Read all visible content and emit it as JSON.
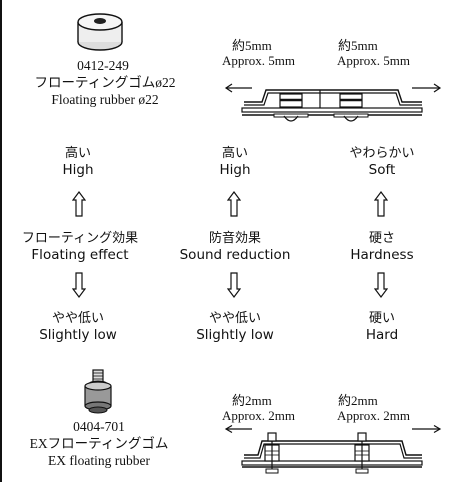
{
  "top_part": {
    "code": "0412-249",
    "name_ja": "フローティングゴムø22",
    "name_en": "Floating rubber ø22",
    "icon": "rubber-grommet-icon"
  },
  "top_dims": {
    "left_ja": "約5mm",
    "left_en": "Approx. 5mm",
    "right_ja": "約5mm",
    "right_en": "Approx. 5mm",
    "icon": "floating-mount-cross-section-diagram"
  },
  "columns": [
    {
      "top_ja": "高い",
      "top_en": "High",
      "mid_ja": "フローティング効果",
      "mid_en": "Floating effect",
      "bottom_ja": "やや低い",
      "bottom_en": "Slightly low"
    },
    {
      "top_ja": "高い",
      "top_en": "High",
      "mid_ja": "防音効果",
      "mid_en": "Sound reduction",
      "bottom_ja": "やや低い",
      "bottom_en": "Slightly low"
    },
    {
      "top_ja": "やわらかい",
      "top_en": "Soft",
      "mid_ja": "硬さ",
      "mid_en": "Hardness",
      "bottom_ja": "硬い",
      "bottom_en": "Hard"
    }
  ],
  "bottom_part": {
    "code": "0404-701",
    "name_ja": "EXフローティングゴム",
    "name_en": "EX floating rubber",
    "icon": "ex-rubber-mount-icon"
  },
  "bottom_dims": {
    "left_ja": "約2mm",
    "left_en": "Approx. 2mm",
    "right_ja": "約2mm",
    "right_en": "Approx. 2mm",
    "icon": "ex-mount-cross-section-diagram"
  }
}
